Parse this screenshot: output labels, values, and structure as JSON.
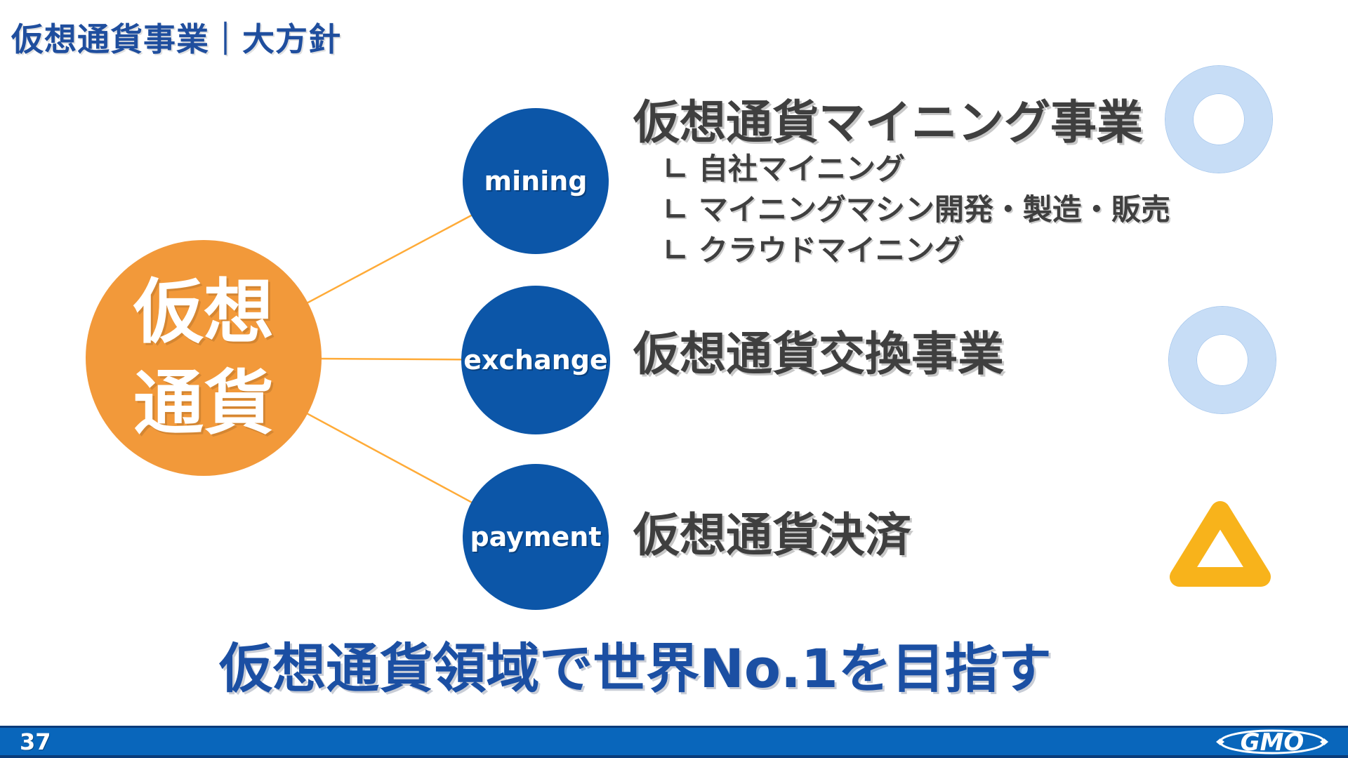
{
  "slide": {
    "title": "仮想通貨事業｜大方針",
    "hub": {
      "line1": "仮想",
      "line2": "通貨"
    },
    "nodes": {
      "mining": {
        "label": "mining",
        "heading": "仮想通貨マイニング事業",
        "sub_items": [
          "∟ 自社マイニング",
          "∟ マイニングマシン開発・製造・販売",
          "∟ クラウドマイニング"
        ],
        "status": "ring"
      },
      "exchange": {
        "label": "exchange",
        "heading": "仮想通貨交換事業",
        "status": "ring"
      },
      "payment": {
        "label": "payment",
        "heading": "仮想通貨決済",
        "status": "triangle"
      }
    },
    "conclusion": "仮想通貨領域で世界No.1を目指す",
    "footer": {
      "page_number": "37",
      "logo_text": "GMO"
    },
    "colors": {
      "title_blue": "#1F4E9E",
      "conclusion_blue": "#1B4FA3",
      "hub_orange": "#F2993A",
      "node_blue": "#0C56A8",
      "connector_orange": "#FFAB38",
      "status_ring_blue": "#C7DDF6",
      "status_triangle_yellow": "#F8B31B",
      "footer_blue": "#0966BB",
      "text_dark": "#3F3F3F"
    }
  }
}
